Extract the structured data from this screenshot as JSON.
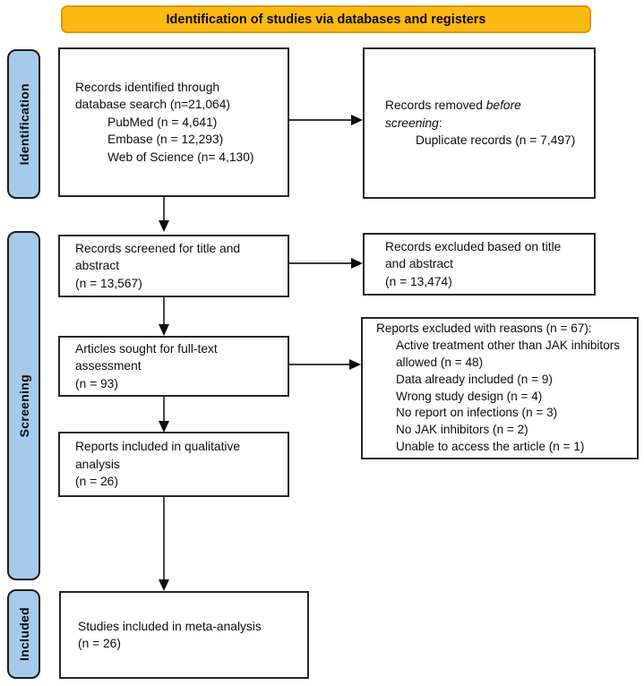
{
  "banner": {
    "title": "Identification of studies via databases and registers"
  },
  "stages": {
    "identification": "Identification",
    "screening": "Screening",
    "included": "Included"
  },
  "boxes": {
    "identified": {
      "line1": "Records identified through",
      "line2": "database search (n=21,064)",
      "items": [
        "PubMed (n = 4,641)",
        "Embase (n = 12,293)",
        "Web of Science (n= 4,130)"
      ]
    },
    "removed": {
      "prefix": "Records removed ",
      "italic1": "before",
      "italic2": "screening",
      "colon": ":",
      "items": [
        "Duplicate records (n = 7,497)"
      ]
    },
    "screened": {
      "lines": [
        "Records screened for title and",
        "abstract",
        "(n = 13,567)"
      ]
    },
    "excluded": {
      "lines": [
        "Records excluded based on title",
        "and abstract",
        "(n = 13,474)"
      ]
    },
    "sought": {
      "lines": [
        "Articles sought for full-text",
        "assessment",
        "(n = 93)"
      ]
    },
    "reasons": {
      "title": "Reports excluded with reasons (n = 67):",
      "items": [
        "Active treatment other than JAK inhibitors allowed (n = 48)",
        "Data already included (n = 9)",
        "Wrong study design (n = 4)",
        "No report on infections (n = 3)",
        "No JAK inhibitors (n = 2)",
        "Unable to access the article (n = 1)"
      ]
    },
    "qualitative": {
      "lines": [
        "Reports included in qualitative",
        "analysis",
        "(n = 26)"
      ]
    },
    "meta": {
      "lines": [
        "Studies included in meta-analysis",
        "(n = 26)"
      ]
    }
  },
  "colors": {
    "banner_fill": "#FCB813",
    "banner_border": "#DB9704",
    "stage_fill": "#A6CAE9",
    "box_background": "#FFFFFF",
    "box_border": "#262626",
    "arrow": "#3A3A3A",
    "text": "#0E0E0E"
  }
}
